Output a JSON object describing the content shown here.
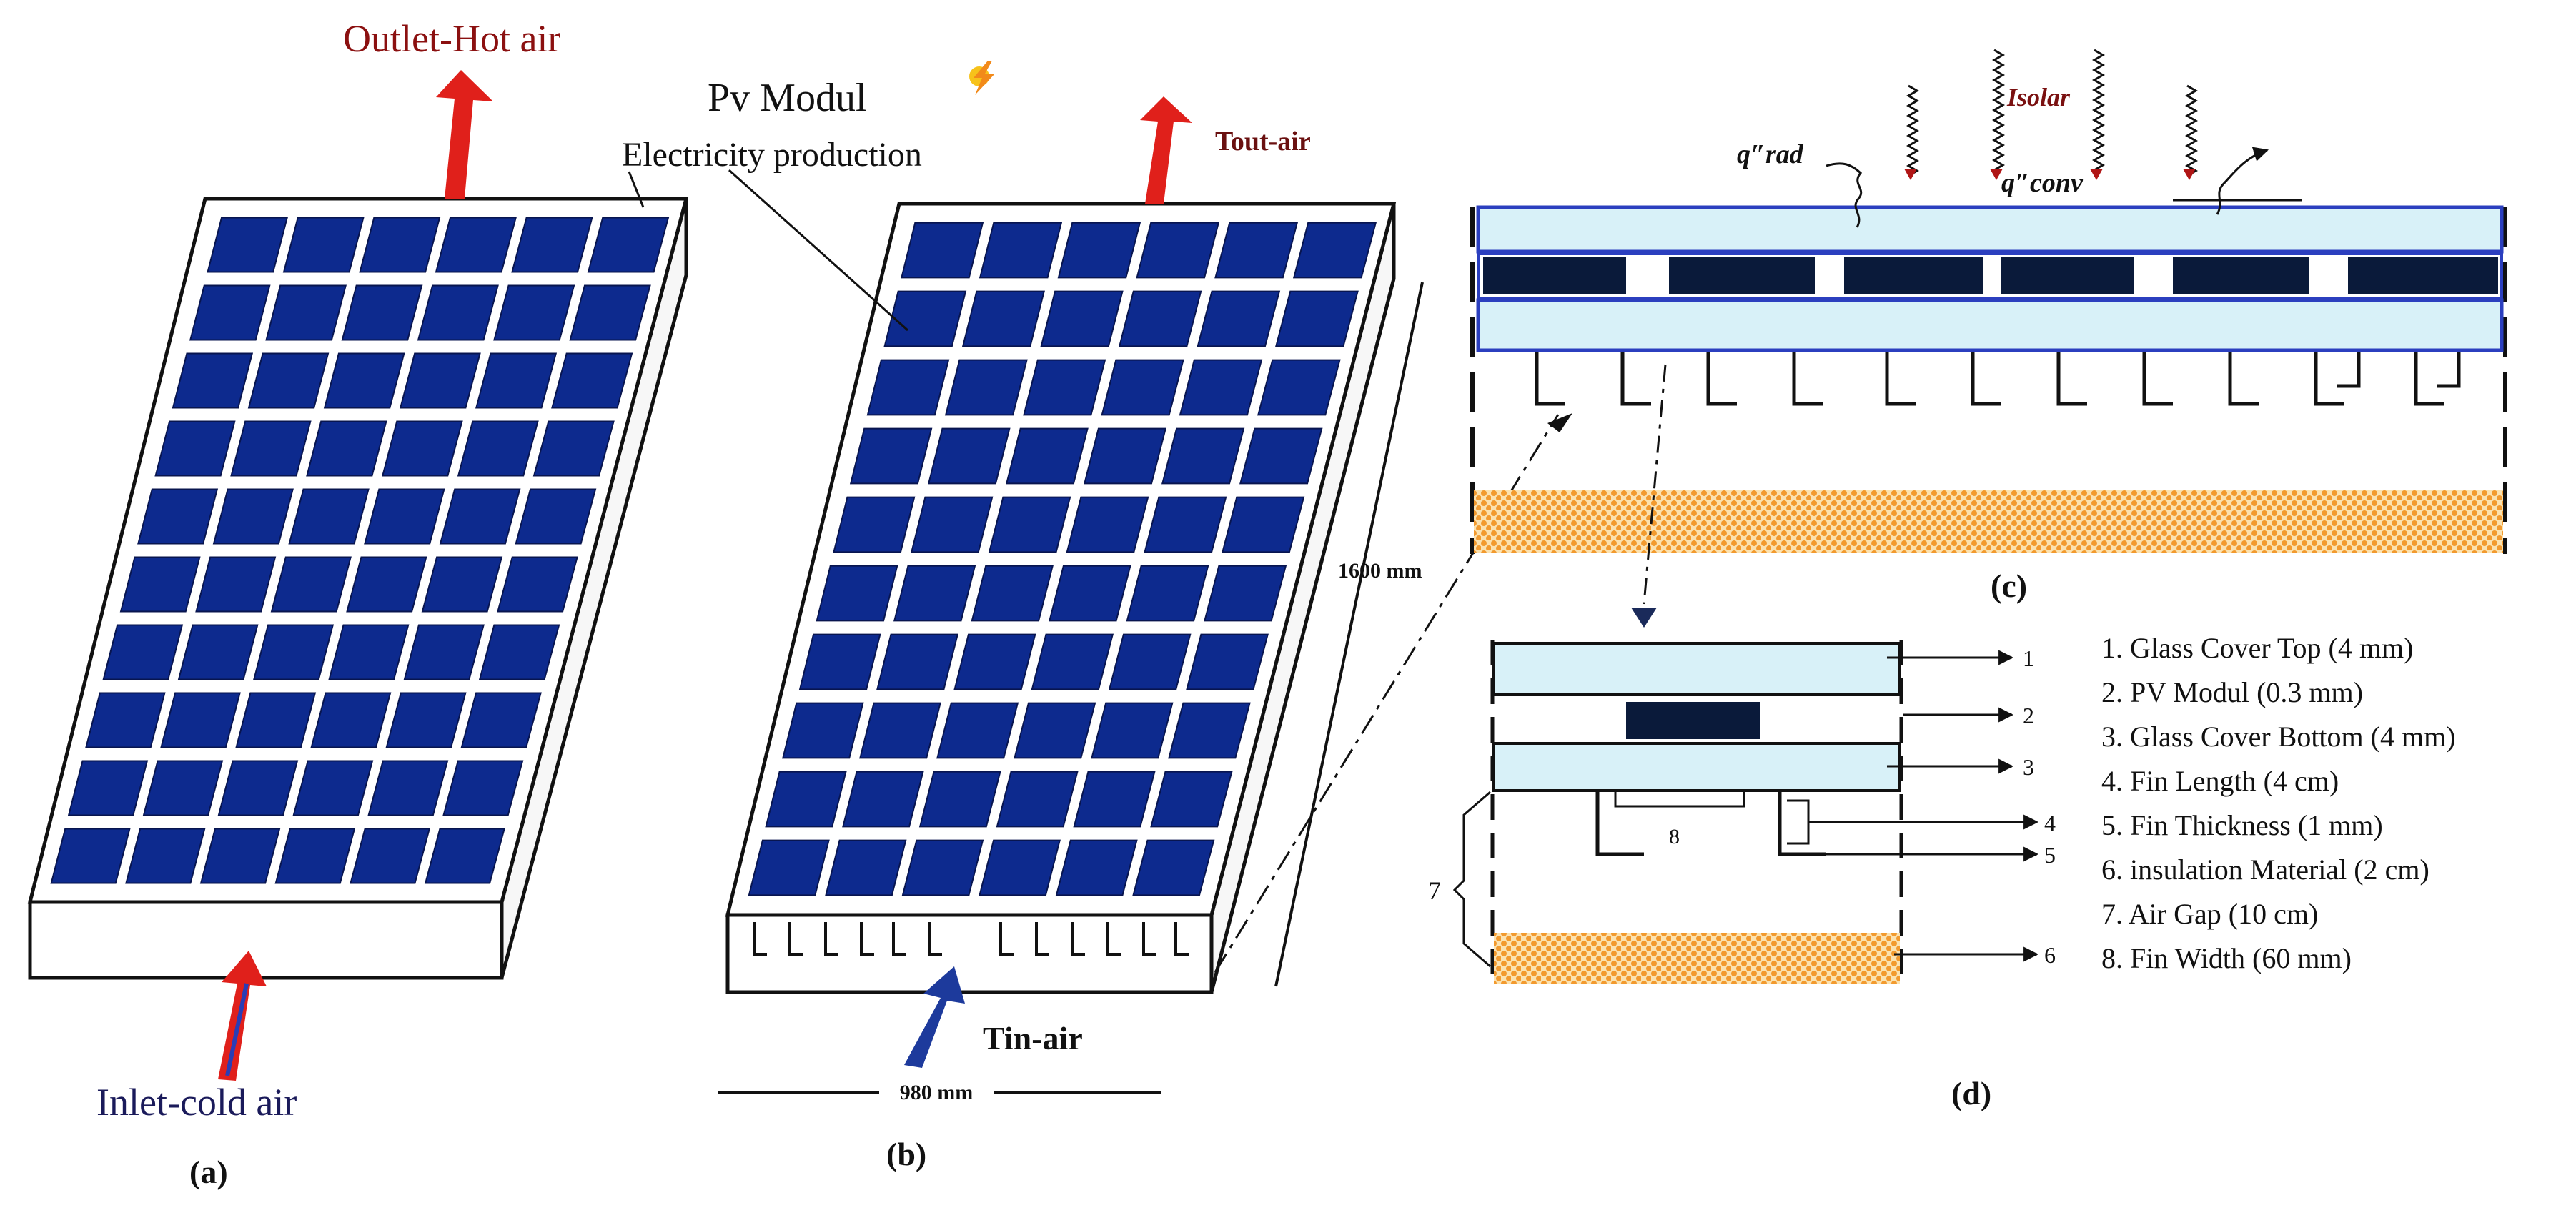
{
  "panel_a": {
    "label": "(a)",
    "outlet": "Outlet-Hot air",
    "inlet": "Inlet-cold air"
  },
  "panel_b": {
    "label": "(b)",
    "pv_title": "Pv Modul",
    "pv_subtitle": "Electricity production",
    "tout": "Tout-air",
    "tin": "Tin-air",
    "height_dim": "1600 mm",
    "width_dim": "980 mm"
  },
  "panel_c": {
    "label": "(c)",
    "q_rad": "q″rad",
    "i_solar": "Isolar",
    "q_conv": "q″conv"
  },
  "panel_d": {
    "label": "(d)",
    "callouts": [
      "1",
      "2",
      "3",
      "4",
      "5",
      "6",
      "7",
      "8"
    ]
  },
  "legend": [
    "1. Glass Cover Top (4 mm)",
    "2. PV Modul (0.3 mm)",
    "3. Glass Cover Bottom (4 mm)",
    "4. Fin Length (4 cm)",
    "5. Fin Thickness (1 mm)",
    "6. insulation Material (2 cm)",
    "7. Air Gap (10 cm)",
    "8. Fin Width (60 mm)"
  ],
  "colors": {
    "cell": "#0d2a8e",
    "cell_dark": "#08154f",
    "glass": "#d8f1f8",
    "glass_border": "#2b3fbf",
    "pv_strip": "#0a1a3a",
    "arrow_red": "#e0201b",
    "text_dark_red": "#7a1010",
    "text_navy": "#1a1a5a",
    "insulation": "#f4a740"
  },
  "icons": {
    "sun": "sun-icon"
  }
}
